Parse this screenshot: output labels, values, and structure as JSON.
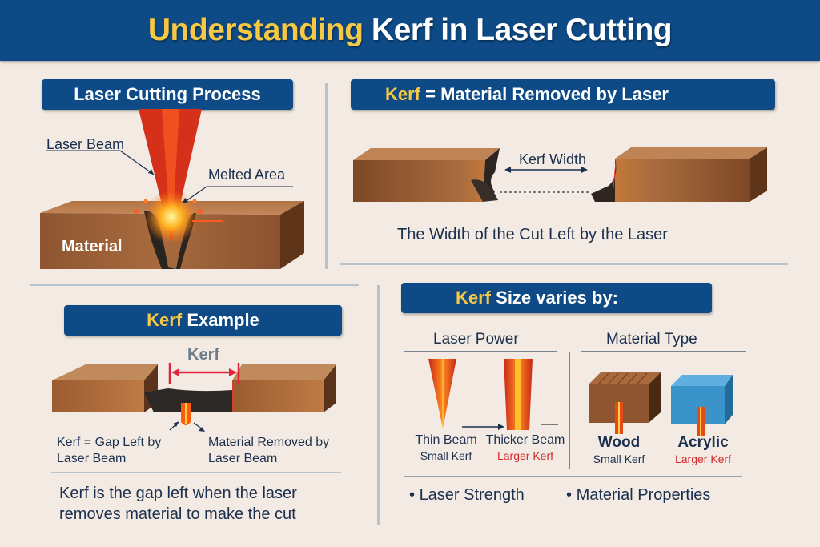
{
  "header": {
    "title_highlight": "Understanding",
    "title_rest": "Kerf in Laser Cutting"
  },
  "process_panel": {
    "heading": "Laser Cutting Process",
    "labels": {
      "laser_beam": "Laser Beam",
      "melted_area": "Melted Area",
      "material": "Material"
    }
  },
  "definition_panel": {
    "heading_highlight": "Kerf",
    "heading_rest": "= Material Removed by Laser",
    "width_label": "Kerf Width",
    "caption": "The Width of the Cut Left by the Laser"
  },
  "example_panel": {
    "heading_highlight": "Kerf",
    "heading_rest": "Example",
    "kerf_label": "Kerf",
    "left_note_line1": "Kerf = Gap Left by",
    "left_note_line2": "Laser Beam",
    "right_note_line1": "Material Removed by",
    "right_note_line2": "Laser Beam",
    "summary_line1": "Kerf is the gap left when the laser",
    "summary_line2": "removes material to make the cut"
  },
  "variation_panel": {
    "heading_highlight": "Kerf",
    "heading_rest": "Size varies by:",
    "laser_power": {
      "title": "Laser Power",
      "items": [
        {
          "name": "Thin Beam",
          "result": "Small Kerf",
          "result_color": "#1b2f4e"
        },
        {
          "name": "Thicker Beam",
          "result": "Larger Kerf",
          "result_color": "#d22a2a"
        }
      ]
    },
    "material_type": {
      "title": "Material Type",
      "items": [
        {
          "name": "Wood",
          "result": "Small Kerf",
          "result_color": "#1b2f4e"
        },
        {
          "name": "Acrylic",
          "result": "Larger Kerf",
          "result_color": "#d22a2a"
        }
      ]
    },
    "bullets": [
      "Laser Strength",
      "Material Properties"
    ]
  },
  "colors": {
    "navy": "#0d4a86",
    "accent_yellow": "#f7c843",
    "text_dark": "#1b2f4e",
    "warning_red": "#d22a2a",
    "background": "#f3ebe3",
    "wood": "#a8683a",
    "acrylic": "#3a93c9",
    "laser": "#e8401a"
  }
}
